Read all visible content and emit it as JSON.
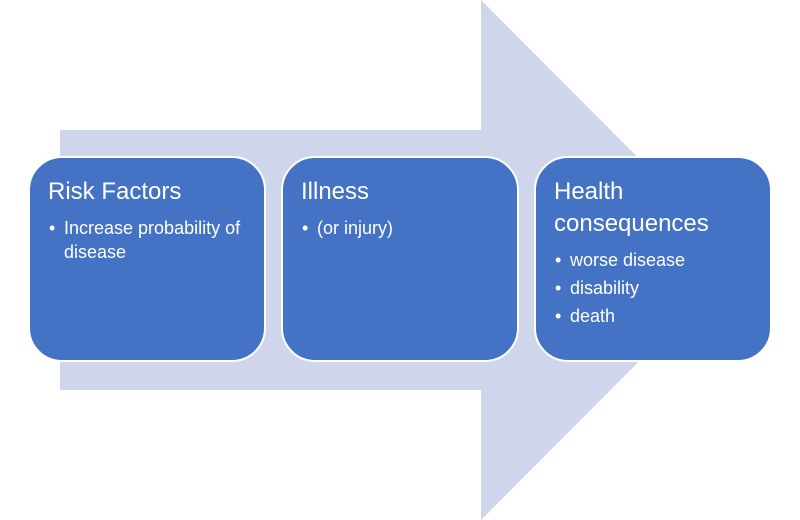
{
  "colors": {
    "arrow": "#cfd5ea",
    "box_fill": "#4472c4",
    "box_border": "#ffffff",
    "text": "#ffffff"
  },
  "steps": [
    {
      "title": "Risk Factors",
      "bullets": [
        "Increase probability of disease"
      ]
    },
    {
      "title": "Illness",
      "bullets": [
        "(or injury)"
      ]
    },
    {
      "title": "Health consequences",
      "bullets": [
        "worse disease",
        "disability",
        "death"
      ]
    }
  ]
}
